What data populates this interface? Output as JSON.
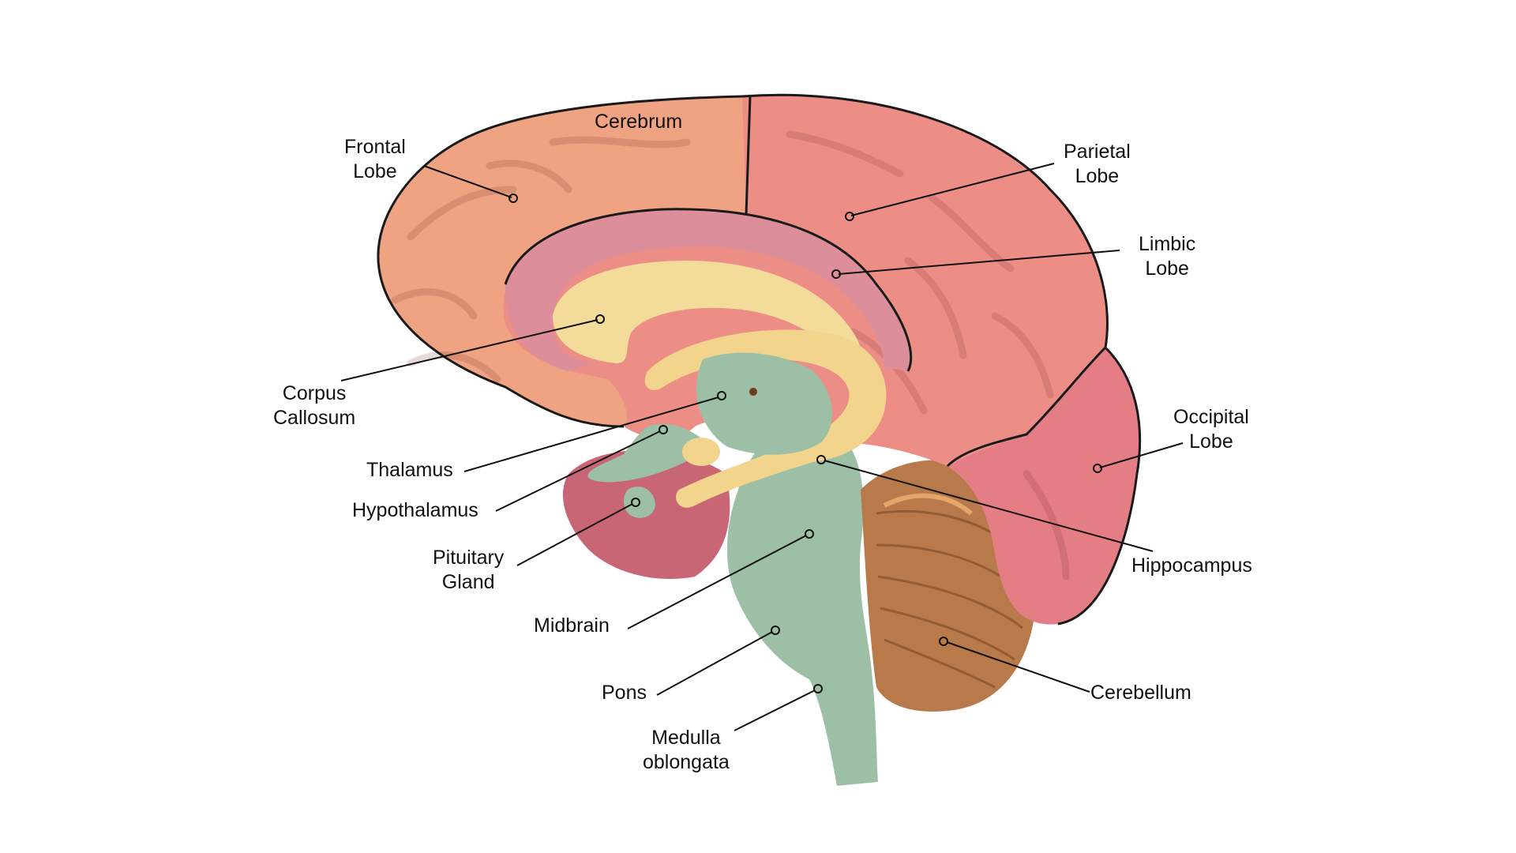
{
  "labels": {
    "cerebrum": "Cerebrum",
    "frontal_lobe": [
      "Frontal",
      "Lobe"
    ],
    "parietal_lobe": [
      "Parietal",
      "Lobe"
    ],
    "limbic_lobe": [
      "Limbic",
      "Lobe"
    ],
    "occipital_lobe": [
      "Occipital",
      "Lobe"
    ],
    "corpus_callosum": [
      "Corpus",
      "Callosum"
    ],
    "thalamus": "Thalamus",
    "hypothalamus": "Hypothalamus",
    "pituitary_gland": [
      "Pituitary",
      "Gland"
    ],
    "hippocampus": "Hippocampus",
    "midbrain": "Midbrain",
    "pons": "Pons",
    "cerebellum": "Cerebellum",
    "medulla_oblongata": [
      "Medulla",
      "oblongata"
    ]
  },
  "colors": {
    "frontal": "#efa383",
    "frontal_dark": "#d98a6c",
    "parietal": "#ec8e86",
    "parietal_dark": "#cf7069",
    "limbic": "#dc8f9a",
    "corpus": "#f3dc9a",
    "brainstem": "#9dbfa6",
    "brainstem_dark": "#7ea58a",
    "cerebellum": "#b87a4a",
    "cerebellum_light": "#e6a66a",
    "temporal": "#c96676",
    "line": "#111111"
  }
}
